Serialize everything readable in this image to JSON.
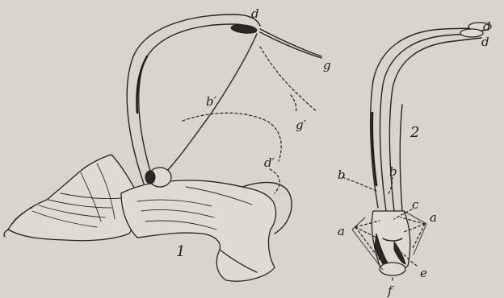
{
  "figure_numbers": {
    "fig1": "1",
    "fig2": "2"
  },
  "fig1_labels": {
    "d": "d",
    "g": "g",
    "b_prime": "b′",
    "g_prime": "g′",
    "d_prime": "d′"
  },
  "fig2_labels": {
    "d_upper": "d",
    "d_lower": "d",
    "b_left": "b",
    "b_right": "b",
    "c": "c",
    "a_right": "a",
    "a_left": "a",
    "e": "e",
    "f": "f"
  },
  "colors": {
    "paper": "#d8d6cc",
    "ink": "#26241f"
  }
}
